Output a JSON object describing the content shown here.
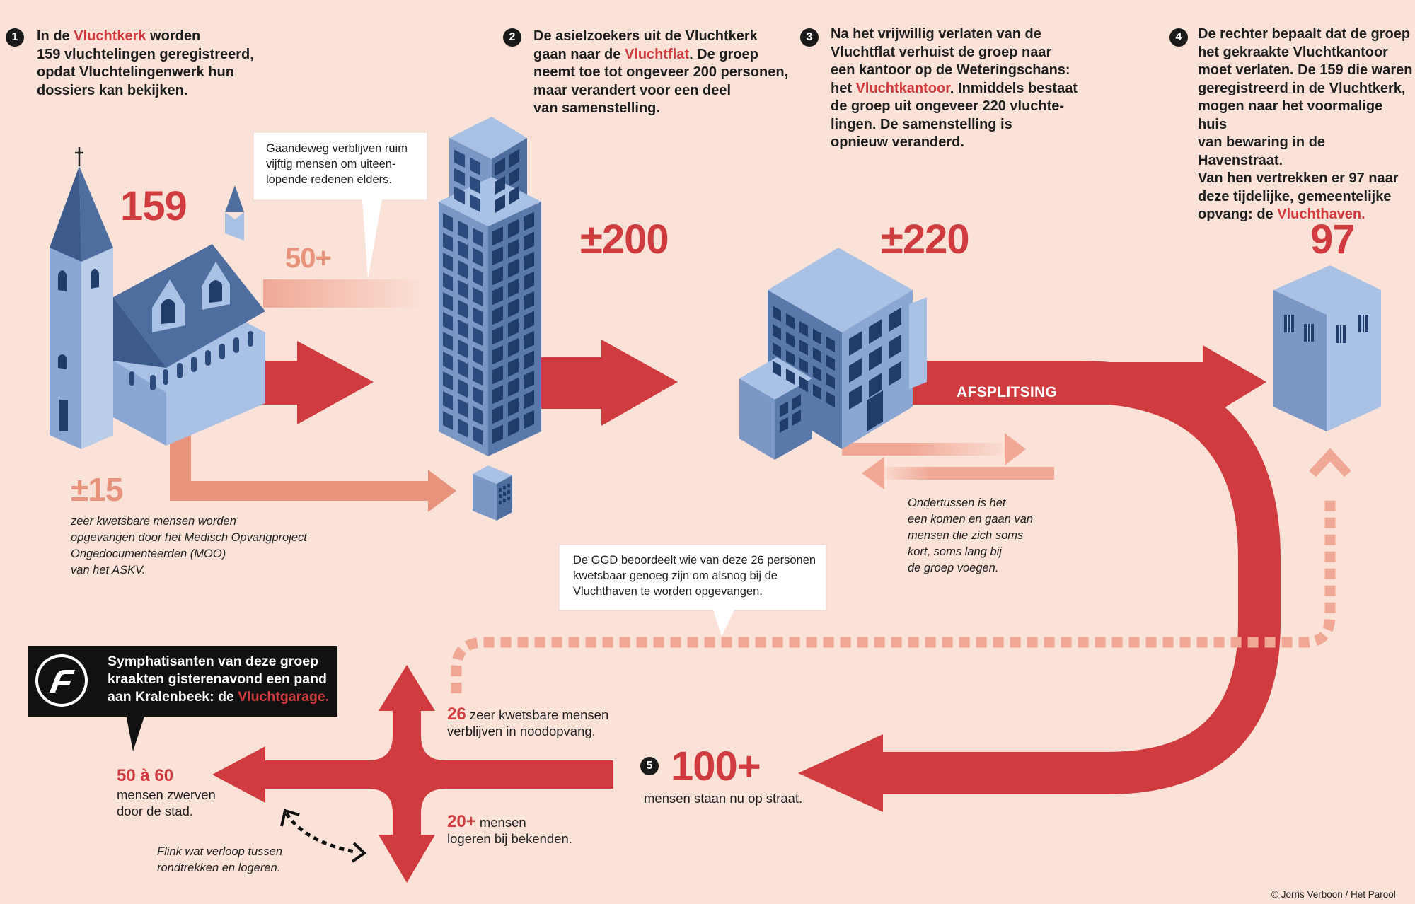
{
  "steps": [
    {
      "num": "1",
      "before": "In de ",
      "highlight": "Vluchtkerk",
      "after": " worden\n159 vluchtelingen geregistreerd,\nopdat Vluchtelingenwerk hun\ndossiers kan bekijken."
    },
    {
      "num": "2",
      "before": "De asielzoekers uit de Vluchtkerk\ngaan naar de ",
      "highlight": "Vluchtflat",
      "after": ". De groep\nneemt toe tot ongeveer 200 personen,\nmaar verandert voor een deel\nvan samenstelling."
    },
    {
      "num": "3",
      "before": "Na het vrijwillig verlaten van de\nVluchtflat verhuist de groep naar\neen kantoor op de Weteringschans:\nhet ",
      "highlight": "Vluchtkantoor",
      "after": ". Inmiddels bestaat\nde groep uit ongeveer 220 vluchte-\nlingen. De samenstelling is\nopnieuw veranderd."
    },
    {
      "num": "4",
      "before": "De rechter bepaalt dat de groep\nhet gekraakte Vluchtkantoor\nmoet verlaten. De 159 die waren\ngeregistreerd in de Vluchtkerk,\nmogen naar het voormalige huis\nvan bewaring in de Havenstraat.\nVan hen vertrekken er 97 naar\ndeze tijdelijke, gemeentelijke\nopvang: de ",
      "highlight": "Vluchthaven.",
      "after": ""
    }
  ],
  "figures": {
    "kerk": "159",
    "elders": "50+",
    "flat": "±200",
    "kantoor": "±220",
    "haven": "97",
    "kwetsbaar": "±15",
    "straat": "100+",
    "zwerven": "50 à 60",
    "noodopvang": "26",
    "logeren": "20+"
  },
  "step5_num": "5",
  "callouts": {
    "elders": "Gaandeweg verblijven ruim\nvijftig mensen om uiteen-\nlopende redenen elders.",
    "ggd": "De GGD beoordeelt wie van deze 26 personen\nkwetsbaar genoeg zijn om alsnog bij de\nVluchthaven te worden opgevangen."
  },
  "notes": {
    "moo": "zeer kwetsbare mensen worden\nopgevangen door het Medisch Opvangproject\nOngedocumenteerden (MOO)\nvan het ASKV.",
    "komen_gaan": "Ondertussen is het\neen komen en gaan van\nmensen die zich soms\nkort, soms lang bij\nde groep voegen.",
    "straat": "mensen staan nu op straat.",
    "zwerven": "mensen zwerven\ndoor de stad.",
    "noodopvang": "zeer kwetsbare mensen\nverblijven in noodopvang.",
    "logeren": "mensen\nlogeren bij bekenden.",
    "verloop": "Flink wat verloop tussen\nrondtrekken en logeren."
  },
  "afsplitsing": "AFSPLITSING",
  "garage": {
    "before": "Symphatisanten van deze groep\nkraakten gisterenavond een pand\naan Kralenbeek: de ",
    "highlight": "Vluchtgarage."
  },
  "credit": "© Jorris Verboon / Het Parool",
  "colors": {
    "background": "#fbe2d8",
    "accent_red": "#cf3b3e",
    "light_salmon": "#e8937c",
    "building_light": "#a9c1e4",
    "building_mid": "#7b97c6",
    "building_dark": "#4f6ea0"
  }
}
